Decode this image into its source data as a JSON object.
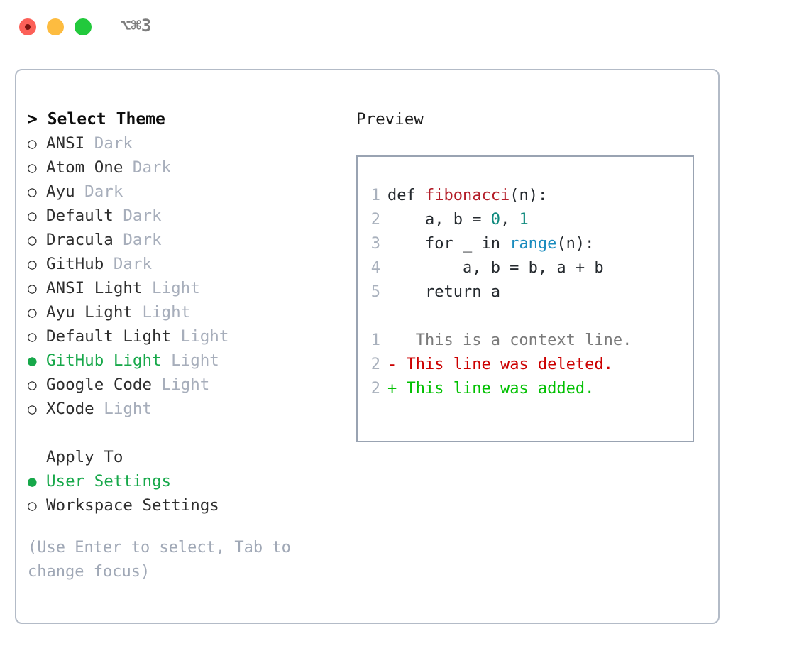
{
  "titlebar": {
    "traffic_lights": [
      "close",
      "minimize",
      "maximize"
    ],
    "shortcut": "⌥⌘3"
  },
  "theme_picker": {
    "heading": "> Select Theme",
    "bullet_selected": "●",
    "bullet_unselected": "○",
    "items": [
      {
        "name": "ANSI",
        "tag": "Dark",
        "selected": false
      },
      {
        "name": "Atom One",
        "tag": "Dark",
        "selected": false
      },
      {
        "name": "Ayu",
        "tag": "Dark",
        "selected": false
      },
      {
        "name": "Default",
        "tag": "Dark",
        "selected": false
      },
      {
        "name": "Dracula",
        "tag": "Dark",
        "selected": false
      },
      {
        "name": "GitHub",
        "tag": "Dark",
        "selected": false
      },
      {
        "name": "ANSI Light",
        "tag": "Light",
        "selected": false
      },
      {
        "name": "Ayu Light",
        "tag": "Light",
        "selected": false
      },
      {
        "name": "Default Light",
        "tag": "Light",
        "selected": false
      },
      {
        "name": "GitHub Light",
        "tag": "Light",
        "selected": true
      },
      {
        "name": "Google Code",
        "tag": "Light",
        "selected": false
      },
      {
        "name": "XCode",
        "tag": "Light",
        "selected": false
      }
    ]
  },
  "apply_to": {
    "label": "Apply To",
    "options": [
      {
        "name": "User Settings",
        "selected": true
      },
      {
        "name": "Workspace Settings",
        "selected": false
      }
    ]
  },
  "hint": "(Use Enter to select, Tab to change focus)",
  "preview": {
    "title": "Preview",
    "code_lines": [
      {
        "no": "1",
        "tokens": [
          {
            "t": "def ",
            "k": "plain"
          },
          {
            "t": "fibonacci",
            "k": "fn"
          },
          {
            "t": "(n):",
            "k": "plain"
          }
        ]
      },
      {
        "no": "2",
        "tokens": [
          {
            "t": "    a, b = ",
            "k": "plain"
          },
          {
            "t": "0",
            "k": "num"
          },
          {
            "t": ", ",
            "k": "plain"
          },
          {
            "t": "1",
            "k": "num"
          }
        ]
      },
      {
        "no": "3",
        "tokens": [
          {
            "t": "    for _ in ",
            "k": "plain"
          },
          {
            "t": "range",
            "k": "kwfn"
          },
          {
            "t": "(n):",
            "k": "plain"
          }
        ]
      },
      {
        "no": "4",
        "tokens": [
          {
            "t": "        a, b = b, a + b",
            "k": "plain"
          }
        ]
      },
      {
        "no": "5",
        "tokens": [
          {
            "t": "    return a",
            "k": "plain"
          }
        ]
      }
    ],
    "diff_lines": [
      {
        "no": "1",
        "marker": " ",
        "text": "  This is a context line.",
        "kind": "ctx"
      },
      {
        "no": "2",
        "marker": "-",
        "text": " This line was deleted.",
        "kind": "del"
      },
      {
        "no": "2",
        "marker": "+",
        "text": " This line was added.",
        "kind": "add"
      }
    ]
  },
  "colors": {
    "selection_green": "#17a84a",
    "diff_add": "#00c000",
    "diff_del": "#cc0000",
    "syntax_function": "#b31d28",
    "syntax_number": "#0f8a7e",
    "syntax_builtin": "#1a8cbe",
    "muted": "#a7aebb",
    "border": "#b3bbc7"
  }
}
